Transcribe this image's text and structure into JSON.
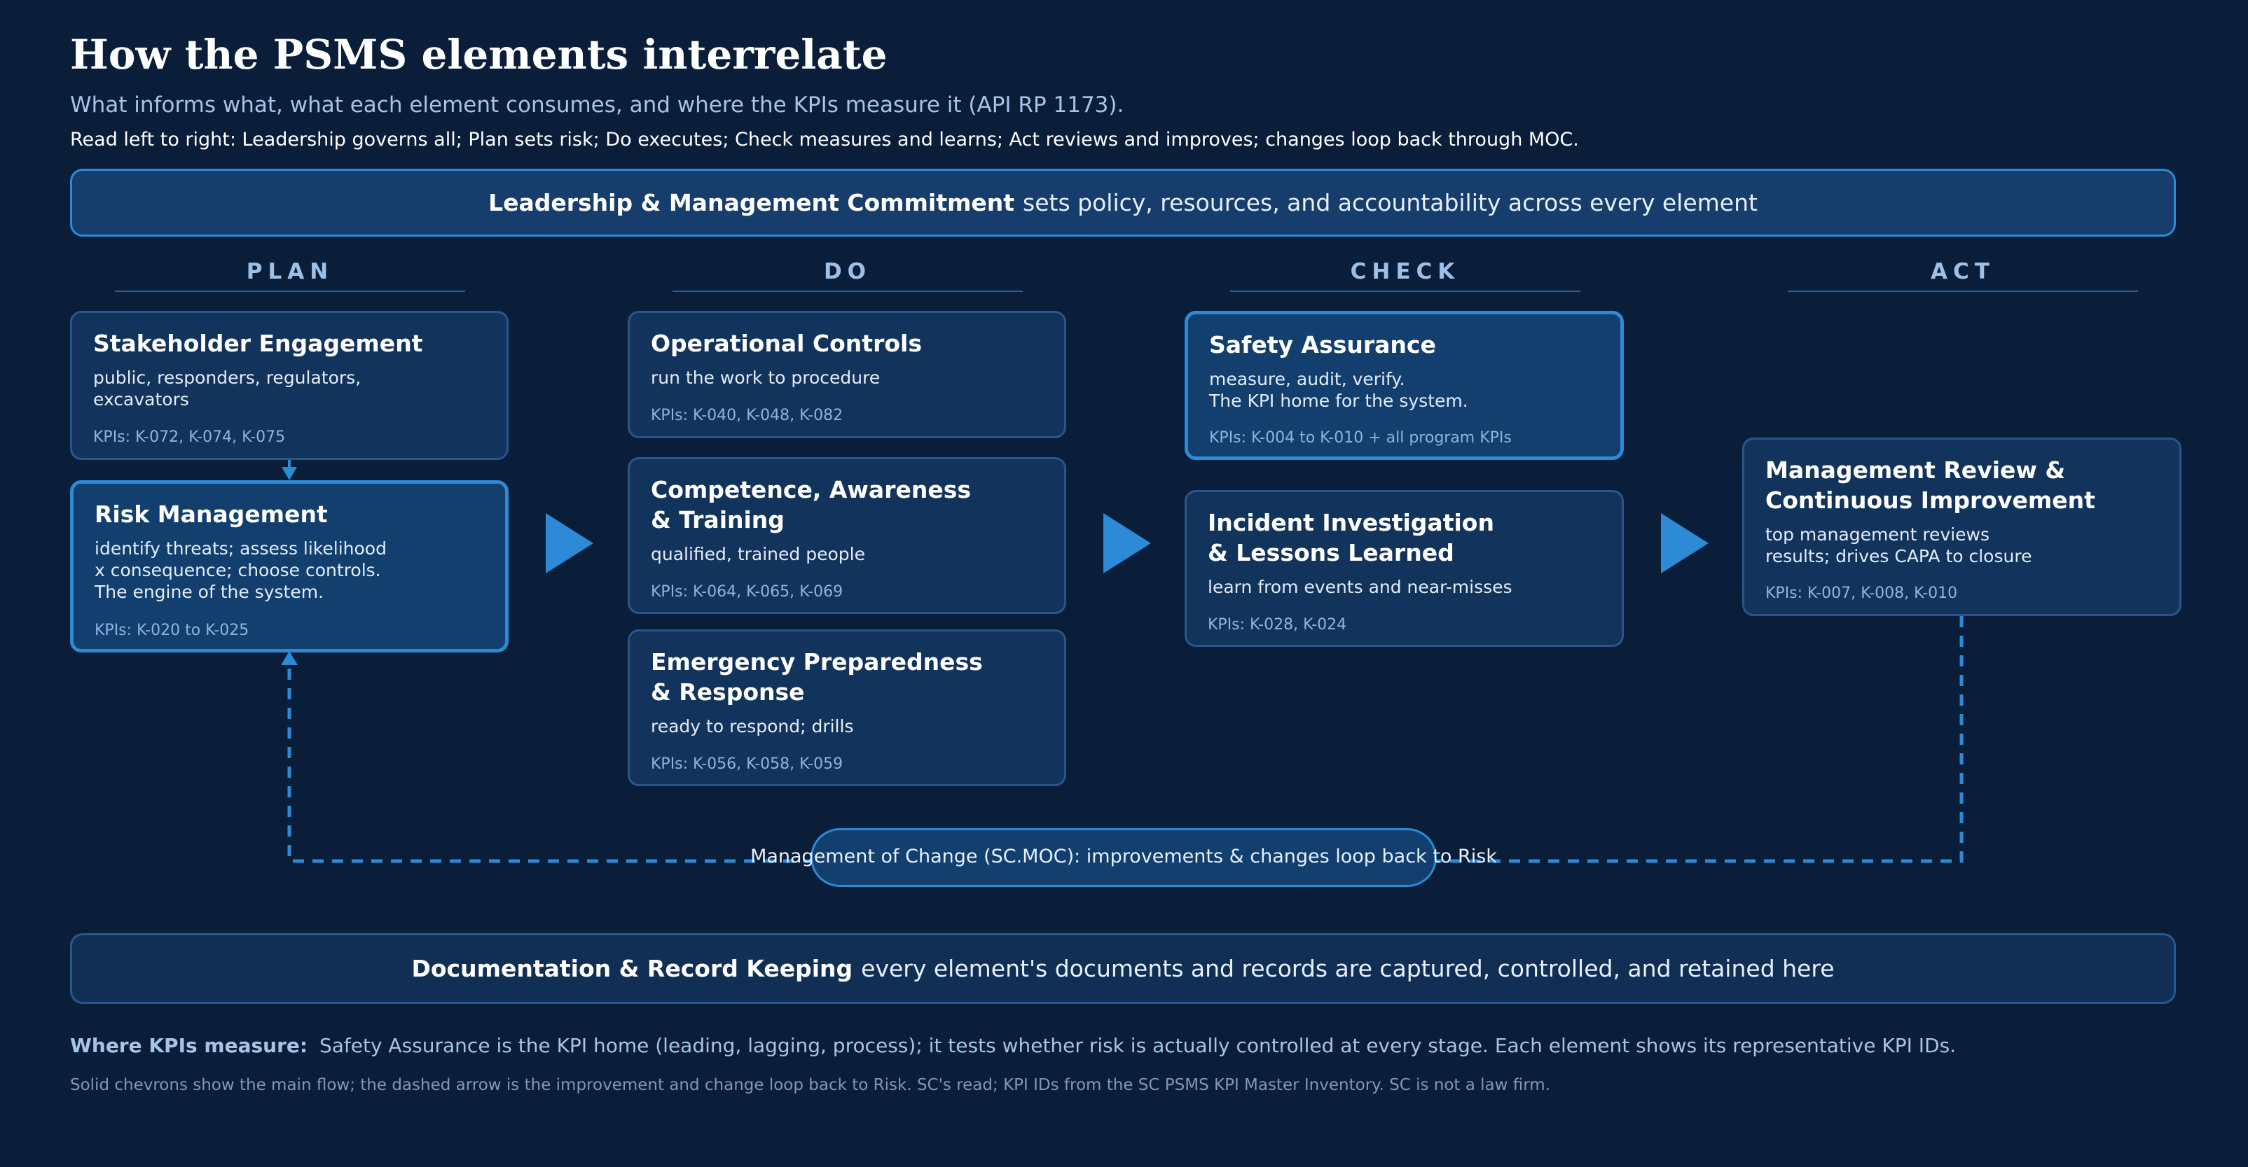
{
  "header": {
    "title": "How the PSMS elements interrelate",
    "subtitle": "What informs what, what each element consumes, and where the KPIs measure it (API RP 1173).",
    "instruction": "Read left to right: Leadership governs all; Plan sets risk; Do executes; Check measures and learns; Act reviews and improves; changes loop back through MOC."
  },
  "leadership": {
    "bold": "Leadership & Management Commitment",
    "text": "sets policy, resources, and accountability across every element"
  },
  "columns": [
    "PLAN",
    "DO",
    "CHECK",
    "ACT"
  ],
  "cards": {
    "stakeholder": {
      "title": "Stakeholder Engagement",
      "desc": "public, responders, regulators,\nexcavators",
      "kpis": "KPIs: K-072, K-074, K-075"
    },
    "risk": {
      "title": "Risk Management",
      "desc": "identify threats; assess likelihood\nx consequence; choose controls.\nThe engine of the system.",
      "kpis": "KPIs: K-020 to K-025"
    },
    "operational": {
      "title": "Operational Controls",
      "desc": "run the work to procedure",
      "kpis": "KPIs: K-040, K-048, K-082"
    },
    "competence": {
      "title": "Competence, Awareness\n& Training",
      "desc": "qualified, trained people",
      "kpis": "KPIs: K-064, K-065, K-069"
    },
    "emergency": {
      "title": "Emergency Preparedness\n& Response",
      "desc": "ready to respond; drills",
      "kpis": "KPIs: K-056, K-058, K-059"
    },
    "assurance": {
      "title": "Safety Assurance",
      "desc": "measure, audit, verify.\nThe KPI home for the system.",
      "kpis": "KPIs: K-004 to K-010 + all program KPIs"
    },
    "incident": {
      "title": "Incident Investigation\n& Lessons Learned",
      "desc": "learn from events and near-misses",
      "kpis": "KPIs: K-028, K-024"
    },
    "review": {
      "title": "Management Review &\nContinuous Improvement",
      "desc": "top management reviews\nresults; drives CAPA to closure",
      "kpis": "KPIs: K-007, K-008, K-010"
    }
  },
  "moc": {
    "label": "Management of Change (SC.MOC): improvements & changes loop back to Risk"
  },
  "documentation": {
    "bold": "Documentation & Record Keeping",
    "text": "every element's documents and records are captured, controlled, and retained here"
  },
  "kpi_note": {
    "bold": "Where KPIs measure:",
    "text": "Safety Assurance is the KPI home (leading, lagging, process); it tests whether risk is actually controlled at every stage. Each element shows its representative KPI IDs."
  },
  "footnote": "Solid chevrons show the main flow; the dashed arrow is the improvement and change loop back to Risk. SC's read; KPI IDs from the SC PSMS KPI Master Inventory. SC is not a law firm.",
  "colors": {
    "background": "#0a1e3a",
    "accent": "#2d8ad6",
    "card": "#12345c",
    "card_highlight": "#123f6e",
    "muted_text": "#a7c3e6"
  }
}
